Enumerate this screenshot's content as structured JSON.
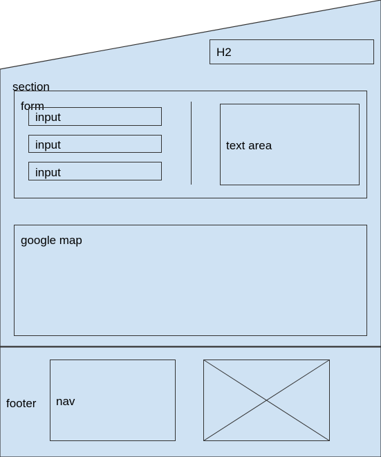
{
  "colors": {
    "fill": "#cfe2f3",
    "stroke": "#333333",
    "text": "#000000"
  },
  "header": {
    "heading_label": "H2"
  },
  "section": {
    "label": "section",
    "form": {
      "label": "form",
      "inputs": [
        "input",
        "input",
        "input"
      ],
      "textarea_label": "text area"
    },
    "map": {
      "label": "google map"
    }
  },
  "footer": {
    "label": "footer",
    "nav_label": "nav",
    "image_placeholder_icon": "image-placeholder-icon"
  }
}
